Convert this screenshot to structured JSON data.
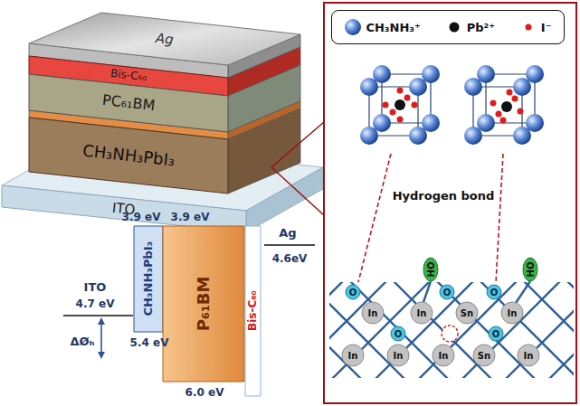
{
  "diagram": {
    "nodes": [
      {
        "text": [
          "Ag"
        ]
      },
      {
        "text": [
          "Bis-C₆₀"
        ]
      },
      {
        "text": [
          "PC₆₁BM"
        ]
      },
      {
        "text": [
          "CH₃NH₃PbI₃"
        ]
      },
      {
        "text": [
          "ITO"
        ]
      },
      {
        "text": [
          "CH₃NH₃PbI₃"
        ]
      },
      {
        "text": [
          "P₆₁BM"
        ]
      },
      {
        "text": [
          "Bis-C₆₀"
        ]
      }
    ],
    "labels": [
      "3.9 eV",
      "3.9 eV",
      "ITO",
      "4.7 eV",
      "ΔØₕ",
      "5.4 eV",
      "6.0 eV",
      "Ag",
      "4.6eV",
      "Hydrogen bond",
      "HO",
      "HO",
      "O",
      "O",
      "O",
      "O",
      "O",
      "In",
      "In",
      "In",
      "In",
      "In",
      "In",
      "In",
      "Sn",
      "Sn"
    ],
    "legend": [
      {
        "text": "CH₃NH₃⁺"
      },
      {
        "text": "Pb²⁺"
      },
      {
        "text": "I⁻"
      }
    ]
  }
}
